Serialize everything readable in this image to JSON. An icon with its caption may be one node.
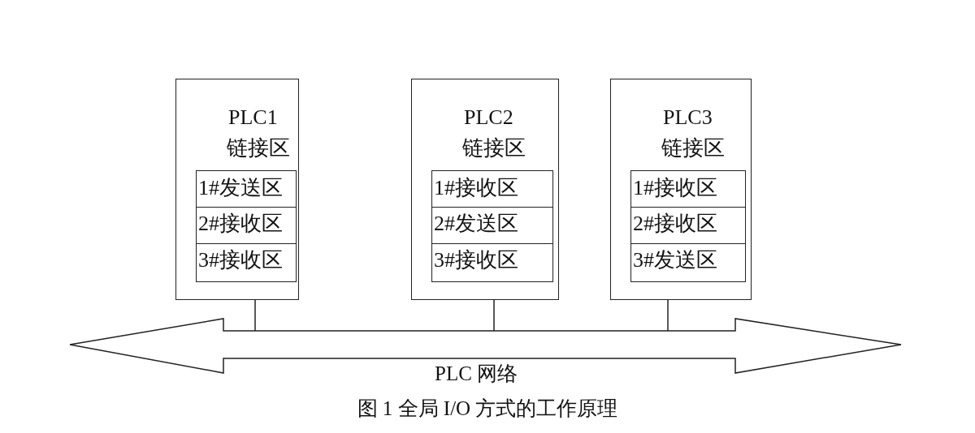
{
  "diagram": {
    "caption": "图 1 全局 I/O 方式的工作原理",
    "nodes": [
      {
        "text": [
          "PLC1",
          "链接区"
        ]
      },
      {
        "text": [
          "1#发送区"
        ],
        "in": 0
      },
      {
        "text": [
          "2#接收区"
        ],
        "in": 0
      },
      {
        "text": [
          "3#接收区"
        ],
        "in": 0
      },
      {
        "text": [
          "PLC2",
          "链接区"
        ]
      },
      {
        "text": [
          "1#接收区"
        ],
        "in": 4
      },
      {
        "text": [
          "2#发送区"
        ],
        "in": 4
      },
      {
        "text": [
          "3#接收区"
        ],
        "in": 4
      },
      {
        "text": [
          "PLC3",
          "链接区"
        ]
      },
      {
        "text": [
          "1#接收区"
        ],
        "in": 8
      },
      {
        "text": [
          "2#接收区"
        ],
        "in": 8
      },
      {
        "text": [
          "3#发送区"
        ],
        "in": 8
      },
      {
        "text": [
          "PLC 网络"
        ]
      }
    ],
    "edges": [
      {
        "from": 0,
        "to": 12,
        "arrow": "none"
      },
      {
        "from": 4,
        "to": 12,
        "arrow": "none"
      },
      {
        "from": 8,
        "to": 12,
        "arrow": "none"
      }
    ]
  }
}
